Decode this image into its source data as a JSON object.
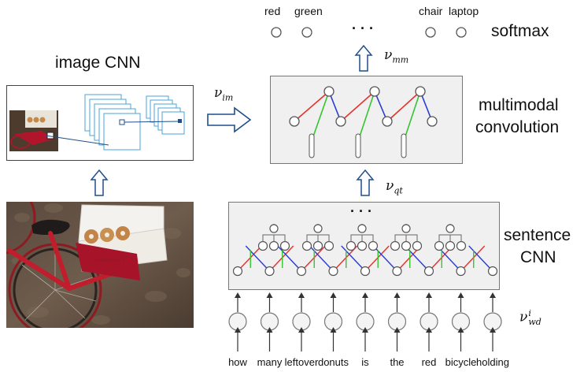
{
  "output_labels": {
    "items": [
      "red",
      "green",
      "chair",
      "laptop"
    ],
    "ellipsis": "· · ·",
    "softmax": "softmax"
  },
  "labels": {
    "image_cnn": "image CNN",
    "multimodal_line1": "multimodal",
    "multimodal_line2": "convolution",
    "sentence_line1": "sentence",
    "sentence_line2": "CNN",
    "sentence_ellipsis": "· · ·"
  },
  "math": {
    "nu_im": {
      "base": "ν",
      "sub": "im"
    },
    "nu_mm": {
      "base": "ν",
      "sub": "mm"
    },
    "nu_qt": {
      "base": "ν",
      "sub": "qt"
    },
    "nu_wd": {
      "base": "ν",
      "sub": "wd",
      "sup": "i"
    }
  },
  "words": [
    "how",
    "many",
    "leftover",
    "donuts",
    "is",
    "the",
    "red",
    "bicycle",
    "holding"
  ],
  "colors": {
    "panel_fill": "#f0f0f0",
    "panel_border": "#777777",
    "red_edge": "#e8302a",
    "blue_edge": "#2a3bd6",
    "green_edge": "#35c52f",
    "cnn_blue": "#4aa3d8",
    "arrow_blue": "#1f4e8c"
  }
}
